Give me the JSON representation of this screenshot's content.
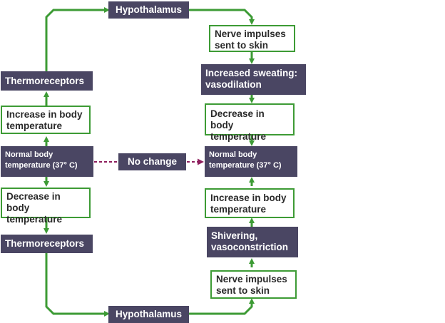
{
  "top_hypothalamus": "Hypothalamus",
  "bottom_hypothalamus": "Hypothalamus",
  "left": {
    "thermoreceptors_top": "Thermoreceptors",
    "increase": [
      "Increase in body",
      "temperature"
    ],
    "normal": [
      "Normal body",
      "temperature (37° C)"
    ],
    "decrease": [
      "Decrease in body",
      "temperature"
    ],
    "thermoreceptors_bottom": "Thermoreceptors"
  },
  "middle": {
    "no_change": "No change"
  },
  "right": {
    "nerve_top": [
      "Nerve impulses",
      "sent to skin"
    ],
    "sweating": [
      "Increased sweating:",
      "vasodilation"
    ],
    "decrease": [
      "Decrease in body",
      "temperature"
    ],
    "normal": [
      "Normal body",
      "temperature (37° C)"
    ],
    "increase": [
      "Increase in body",
      "temperature"
    ],
    "shivering": [
      "Shivering,",
      "vasoconstriction"
    ],
    "nerve_bottom": [
      "Nerve impulses",
      "sent to skin"
    ]
  },
  "colors": {
    "dark_box": "#4a4663",
    "green": "#3d9b35",
    "magenta": "#8e1f5e"
  }
}
